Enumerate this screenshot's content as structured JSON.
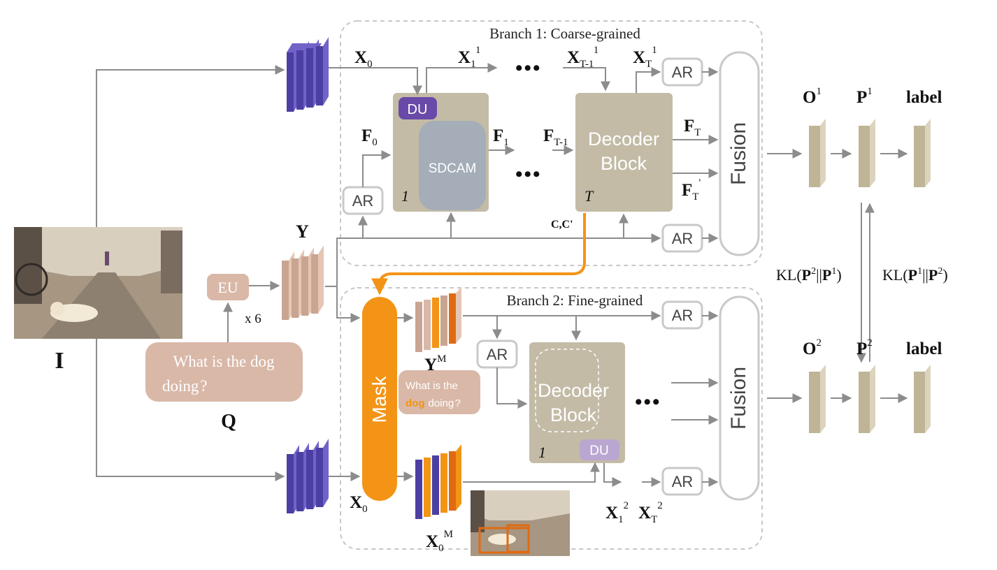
{
  "branches": {
    "branch1_title": "Branch 1: Coarse-grained",
    "branch2_title": "Branch 2: Fine-grained"
  },
  "blocks": {
    "du": "DU",
    "sdcam": "SDCAM",
    "block_index_1": "1",
    "block_index_t": "T",
    "decoder_line1": "Decoder",
    "decoder_line2": "Block",
    "ar": "AR",
    "fusion": "Fusion",
    "eu": "EU",
    "eu_repeat": "x 6",
    "mask": "Mask"
  },
  "inputs": {
    "image_label": "I",
    "question_label": "Q",
    "question_line1": "What is the dog",
    "question_line2": "doing ?",
    "masked_q_line1": "What is the",
    "masked_q_word": "dog",
    "masked_q_rest": "doing ?"
  },
  "variables": {
    "X": "X",
    "F": "F",
    "Y": "Y",
    "O": "O",
    "P": "P",
    "M": "M",
    "sub_0": "0",
    "sub_1": "1",
    "sub_t1": "T-1",
    "sub_t": "T",
    "sup_1": "1",
    "sup_2": "2",
    "prime": "'",
    "c_label": "C,C'",
    "label": "label"
  },
  "kl": {
    "left_prefix": "KL(",
    "left_a": "P",
    "left_a_sup": "2",
    "sep": "||",
    "left_b": "P",
    "left_b_sup": "1",
    "close": ")",
    "right_prefix": "KL(",
    "right_a": "P",
    "right_a_sup": "1",
    "right_b": "P",
    "right_b_sup": "2"
  },
  "ellipsis": "•••",
  "colors": {
    "feature_blue": "#4b3fa3",
    "feature_blue_light": "#7163c8",
    "text_feature": "#c9a591",
    "text_feature_light": "#e4c6b4",
    "mask_orange": "#f39416",
    "orange_dark": "#e06a12",
    "block_bg": "#c3bba6",
    "sdcam_bg": "#a4adb8",
    "du_bg": "#6a4aa8",
    "eu_bg": "#d9b8a8",
    "output_tan": "#c9bfa6",
    "line_gray": "#8c8c8c"
  }
}
